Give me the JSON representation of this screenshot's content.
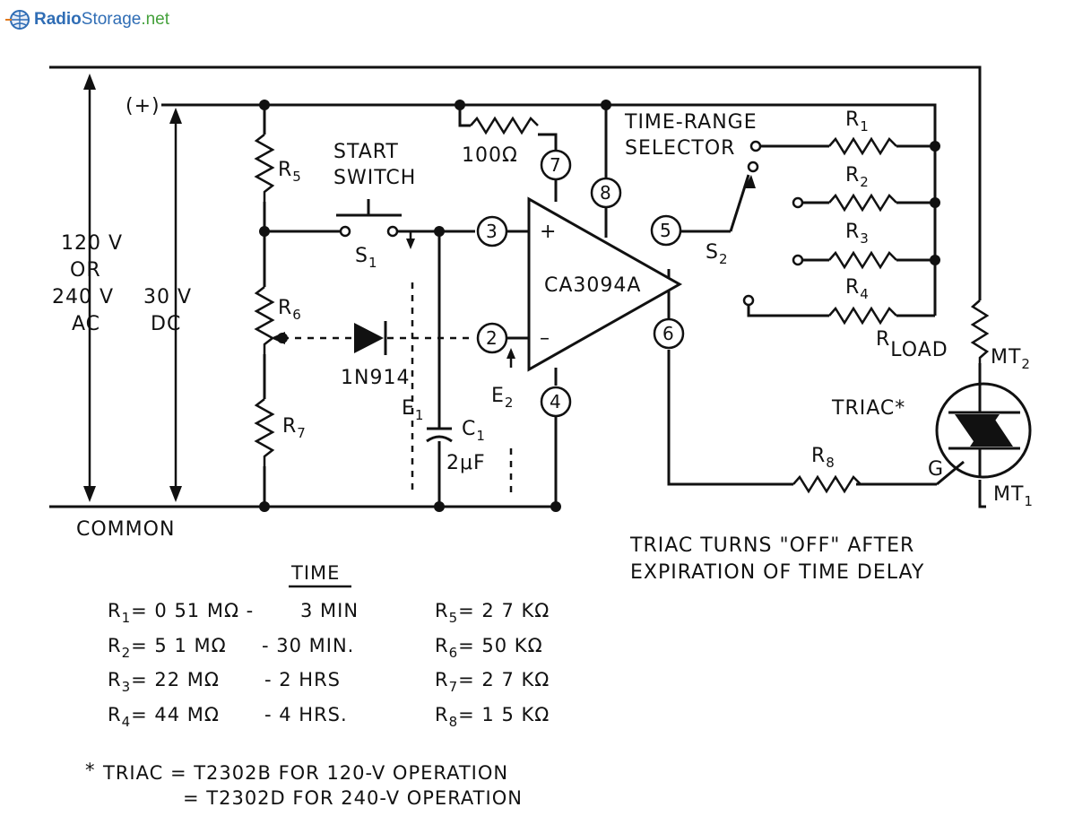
{
  "brand": {
    "name_part1": "Radio",
    "name_part2": "Storage",
    "name_part3": ".net",
    "accent": "#2f6db5",
    "accent2": "#45a13c"
  },
  "labels": {
    "plus": "(+)",
    "v120": "120 V",
    "or": "OR",
    "v240": "240 V",
    "ac": "AC",
    "v30": "30 V",
    "dc": "DC",
    "common": "COMMON",
    "r5": "R",
    "r5_sub": "5",
    "r6": "R",
    "r6_sub": "6",
    "r7": "R",
    "r7_sub": "7",
    "start1": "START",
    "start2": "SWITCH",
    "s1": "S",
    "s1_sub": "1",
    "diode": "1N914",
    "e1": "E",
    "e1_sub": "1",
    "c1": "C",
    "c1_sub": "1",
    "c1_val": "2μF",
    "e2": "E",
    "e2_sub": "2",
    "r100": "100Ω",
    "ic": "CA3094A",
    "plus_in": "+",
    "minus_in": "–",
    "pin7": "7",
    "pin8": "8",
    "pin3": "3",
    "pin2": "2",
    "pin5": "5",
    "pin6": "6",
    "pin4": "4",
    "trs1": "TIME-RANGE",
    "trs2": "SELECTOR",
    "s2": "S",
    "s2_sub": "2",
    "r1": "R",
    "r1_sub": "1",
    "r2": "R",
    "r2_sub": "2",
    "r3": "R",
    "r3_sub": "3",
    "r4": "R",
    "r4_sub": "4",
    "rload": "R",
    "rload_sub": "LOAD",
    "mt2": "MT",
    "mt2_sub": "2",
    "mt1": "MT",
    "mt1_sub": "1",
    "triac": "TRIAC*",
    "g": "G",
    "r8": "R",
    "r8_sub": "8",
    "note1": "TRIAC TURNS \"OFF\" AFTER",
    "note2": "EXPIRATION OF TIME DELAY"
  },
  "table": {
    "time_header": "TIME",
    "rows": [
      {
        "left": "R",
        "left_sub": "1",
        "left_val": "= 0 51 MΩ -",
        "time": "3 MIN",
        "right": "R",
        "right_sub": "5",
        "right_val": "= 2 7 KΩ"
      },
      {
        "left": "R",
        "left_sub": "2",
        "left_val": "= 5 1 MΩ",
        "time": "- 30 MIN.",
        "right": "R",
        "right_sub": "6",
        "right_val": "= 50 KΩ"
      },
      {
        "left": "R",
        "left_sub": "3",
        "left_val": "= 22 MΩ",
        "time": "- 2 HRS",
        "right": "R",
        "right_sub": "7",
        "right_val": "= 2 7 KΩ"
      },
      {
        "left": "R",
        "left_sub": "4",
        "left_val": "= 44 MΩ",
        "time": "- 4 HRS.",
        "right": "R",
        "right_sub": "8",
        "right_val": "= 1 5 KΩ"
      }
    ],
    "foot1_star": "*",
    "foot1": "TRIAC = T2302B FOR 120-V OPERATION",
    "foot2": "= T2302D FOR 240-V OPERATION"
  }
}
